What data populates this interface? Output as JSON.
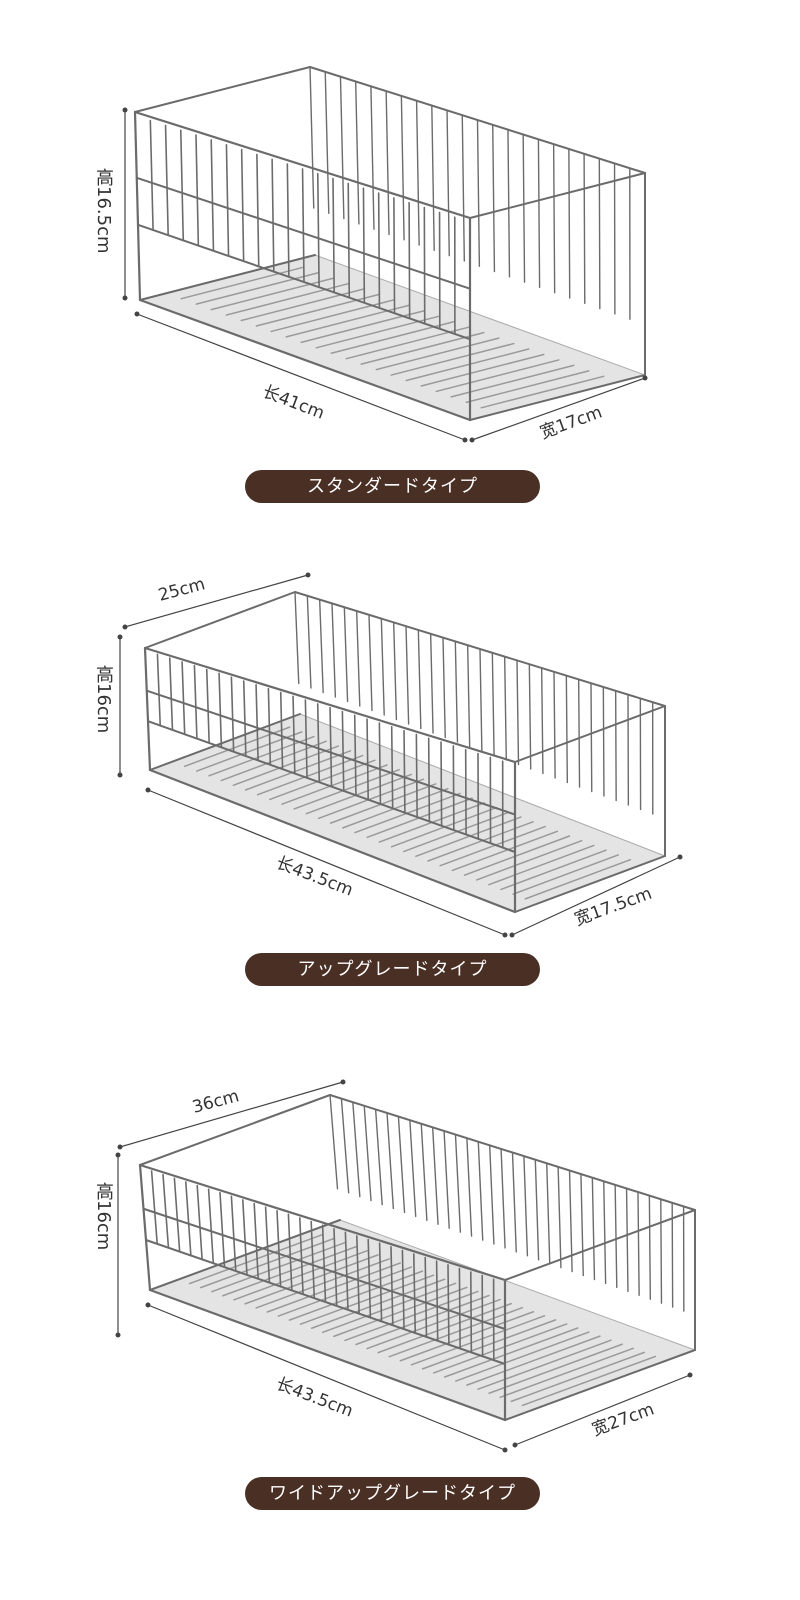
{
  "colors": {
    "pill": "#4a2f25",
    "wire": "#6b6b6b",
    "dimension_line": "#444444"
  },
  "products": [
    {
      "name": "スタンダードタイプ",
      "height": "高16.5cm",
      "length": "长41cm",
      "width": "宽17cm"
    },
    {
      "name": "アップグレードタイプ",
      "top_width": "25cm",
      "height": "高16cm",
      "length": "长43.5cm",
      "width": "宽17.5cm"
    },
    {
      "name": "ワイドアップグレードタイプ",
      "top_width": "36cm",
      "height": "高16cm",
      "length": "长43.5cm",
      "width": "宽27cm"
    }
  ]
}
